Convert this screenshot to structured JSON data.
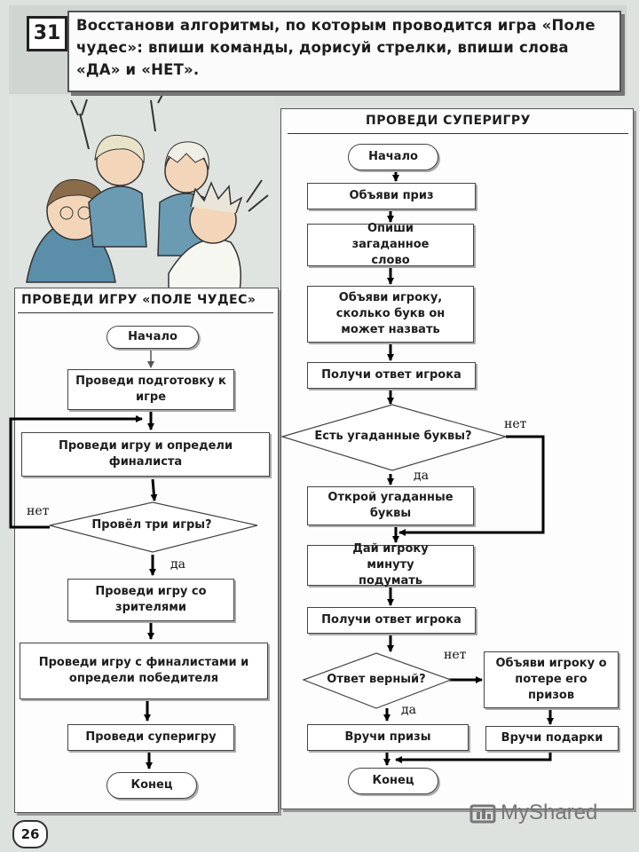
{
  "task": {
    "number": "31",
    "text": "Восстанови алгоритмы, по которым проводится игра «Поле чудес»: впиши команды, дорисуй стрелки, впиши слова «ДА» и «НЕТ»."
  },
  "left_flow": {
    "title": "ПРОВЕДИ ИГРУ «ПОЛЕ ЧУДЕС»",
    "start": "Начало",
    "prepare": "Проведи подготовку к игре",
    "play": "Проведи игру и определи финалиста",
    "decision": "Провёл три игры?",
    "no_label": "нет",
    "yes_label": "да",
    "viewers": "Проведи игру со зрителями",
    "finalists": "Проведи игру с финалистами и определи победителя",
    "supergame": "Проведи суперигру",
    "end": "Конец"
  },
  "right_flow": {
    "title": "ПРОВЕДИ СУПЕРИГРУ",
    "start": "Начало",
    "announce_prize": "Объяви приз",
    "describe_word": "Опиши загаданное слово",
    "announce_count": "Объяви игроку, сколько букв он может назвать",
    "get_answer_1": "Получи ответ игрока",
    "decision_letters": "Есть угаданные буквы?",
    "no_label_1": "нет",
    "yes_label_1": "да",
    "open_letters": "Открой угаданные буквы",
    "think": "Дай игроку минуту подумать",
    "get_answer_2": "Получи ответ игрока",
    "decision_correct": "Ответ верный?",
    "no_label_2": "нет",
    "yes_label_2": "да",
    "lose_prizes": "Объяви игроку о потере его призов",
    "give_prizes": "Вручи призы",
    "give_gifts": "Вручи подарки",
    "end": "Конец"
  },
  "page_number": "26",
  "watermark": "MyShared"
}
